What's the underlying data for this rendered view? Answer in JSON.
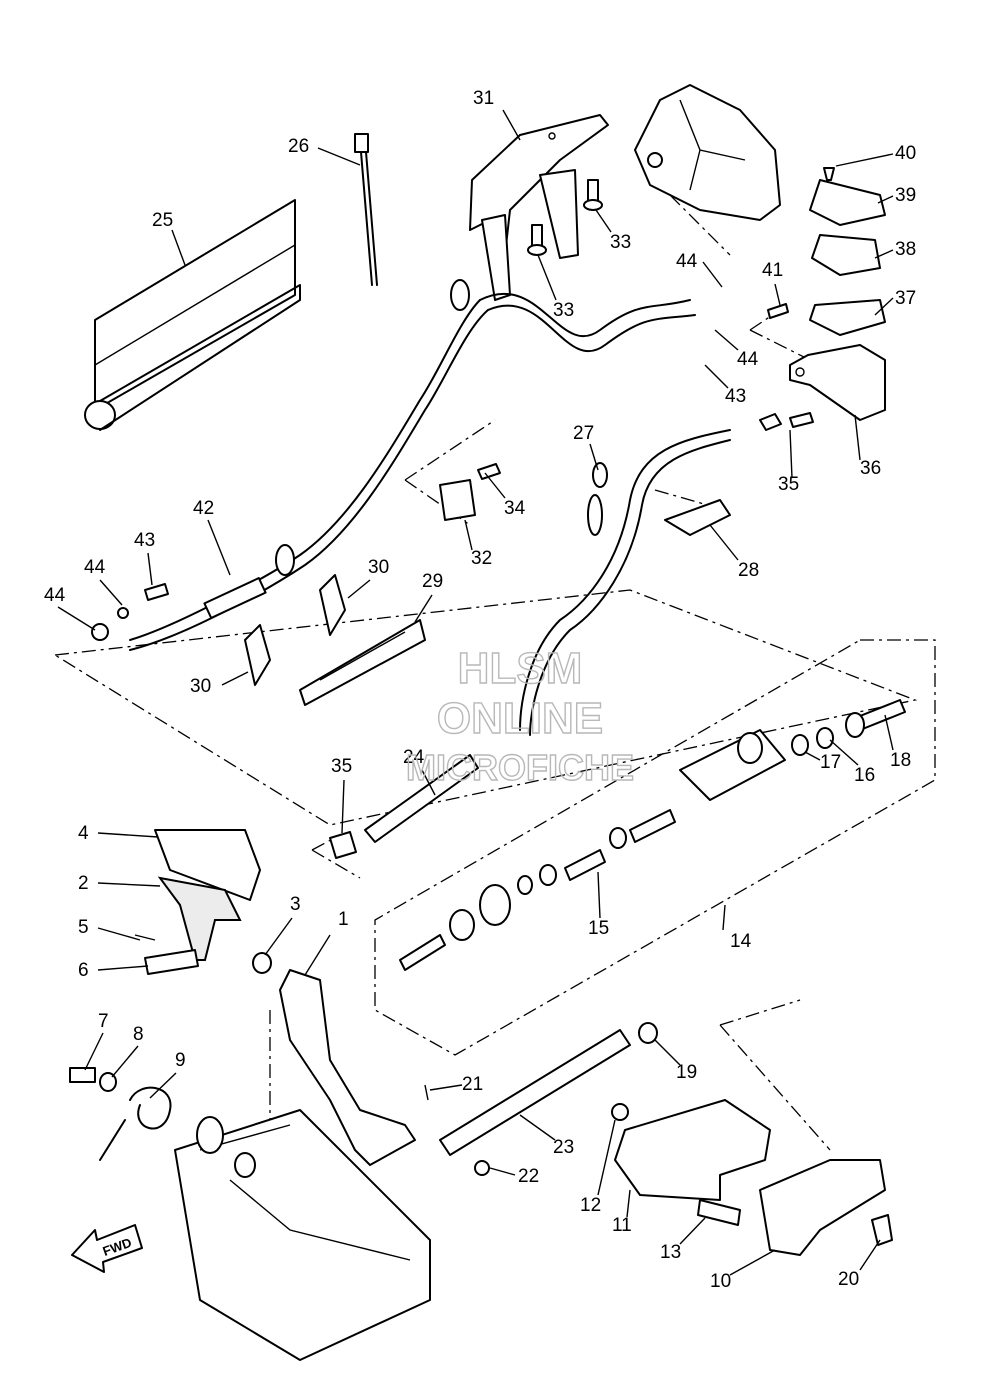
{
  "callouts": [
    {
      "id": "c1",
      "n": "1"
    },
    {
      "id": "c2",
      "n": "2"
    },
    {
      "id": "c3",
      "n": "3"
    },
    {
      "id": "c4",
      "n": "4"
    },
    {
      "id": "c5",
      "n": "5"
    },
    {
      "id": "c6",
      "n": "6"
    },
    {
      "id": "c7",
      "n": "7"
    },
    {
      "id": "c8",
      "n": "8"
    },
    {
      "id": "c9",
      "n": "9"
    },
    {
      "id": "c10",
      "n": "10"
    },
    {
      "id": "c11",
      "n": "11"
    },
    {
      "id": "c12",
      "n": "12"
    },
    {
      "id": "c13",
      "n": "13"
    },
    {
      "id": "c14",
      "n": "14"
    },
    {
      "id": "c15",
      "n": "15"
    },
    {
      "id": "c16",
      "n": "16"
    },
    {
      "id": "c17",
      "n": "17"
    },
    {
      "id": "c18",
      "n": "18"
    },
    {
      "id": "c19",
      "n": "19"
    },
    {
      "id": "c20",
      "n": "20"
    },
    {
      "id": "c21",
      "n": "21"
    },
    {
      "id": "c22",
      "n": "22"
    },
    {
      "id": "c23",
      "n": "23"
    },
    {
      "id": "c24",
      "n": "24"
    },
    {
      "id": "c25",
      "n": "25"
    },
    {
      "id": "c26",
      "n": "26"
    },
    {
      "id": "c27",
      "n": "27"
    },
    {
      "id": "c28",
      "n": "28"
    },
    {
      "id": "c29",
      "n": "29"
    },
    {
      "id": "c30a",
      "n": "30"
    },
    {
      "id": "c30b",
      "n": "30"
    },
    {
      "id": "c31",
      "n": "31"
    },
    {
      "id": "c32",
      "n": "32"
    },
    {
      "id": "c33a",
      "n": "33"
    },
    {
      "id": "c33b",
      "n": "33"
    },
    {
      "id": "c34",
      "n": "34"
    },
    {
      "id": "c35a",
      "n": "35"
    },
    {
      "id": "c35b",
      "n": "35"
    },
    {
      "id": "c36",
      "n": "36"
    },
    {
      "id": "c37",
      "n": "37"
    },
    {
      "id": "c38",
      "n": "38"
    },
    {
      "id": "c39",
      "n": "39"
    },
    {
      "id": "c40",
      "n": "40"
    },
    {
      "id": "c41",
      "n": "41"
    },
    {
      "id": "c42",
      "n": "42"
    },
    {
      "id": "c43a",
      "n": "43"
    },
    {
      "id": "c43b",
      "n": "43"
    },
    {
      "id": "c44a",
      "n": "44"
    },
    {
      "id": "c44b",
      "n": "44"
    },
    {
      "id": "c44c",
      "n": "44"
    },
    {
      "id": "c44d",
      "n": "44"
    }
  ],
  "watermark": {
    "line1": "HLSM",
    "line2": "ONLINE",
    "line3": "MICROFICHE"
  },
  "direction_label": "FWD",
  "icons": {
    "direction": "fwd-arrow-icon"
  }
}
